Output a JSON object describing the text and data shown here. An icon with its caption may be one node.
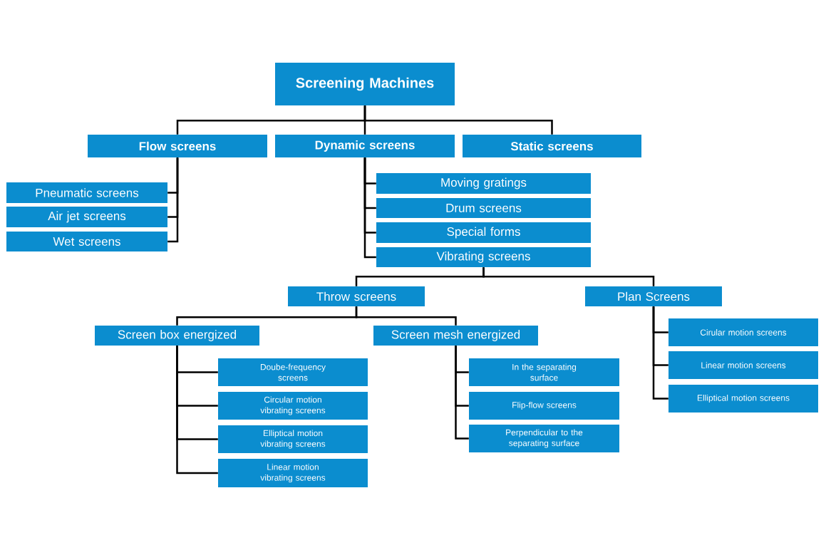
{
  "diagram": {
    "nodes": [
      {
        "text": [
          "Screening Machines"
        ]
      },
      {
        "text": [
          "Flow screens"
        ]
      },
      {
        "text": [
          "Dynamic screens"
        ]
      },
      {
        "text": [
          "Static screens"
        ]
      },
      {
        "text": [
          "Pneumatic screens"
        ]
      },
      {
        "text": [
          "Air jet screens"
        ]
      },
      {
        "text": [
          "Wet screens"
        ]
      },
      {
        "text": [
          "Moving gratings"
        ]
      },
      {
        "text": [
          "Drum screens"
        ]
      },
      {
        "text": [
          "Special forms"
        ]
      },
      {
        "text": [
          "Vibrating screens"
        ]
      },
      {
        "text": [
          "Throw screens"
        ]
      },
      {
        "text": [
          "Plan Screens"
        ]
      },
      {
        "text": [
          "Screen box energized"
        ]
      },
      {
        "text": [
          "Screen mesh energized"
        ]
      },
      {
        "text": [
          "Doube-frequency screens"
        ]
      },
      {
        "text": [
          "Circular motion vibrating screens"
        ]
      },
      {
        "text": [
          "Elliptical motion vibrating screens"
        ]
      },
      {
        "text": [
          "Linear motion vibrating screens"
        ]
      },
      {
        "text": [
          "In the separating surface"
        ]
      },
      {
        "text": [
          "Flip-flow screens"
        ]
      },
      {
        "text": [
          "Perpendicular to the separating surface"
        ]
      },
      {
        "text": [
          "Cirular motion screens"
        ]
      },
      {
        "text": [
          "Linear motion screens"
        ]
      },
      {
        "text": [
          "Elliptical motion screens"
        ]
      }
    ],
    "edges": [
      {
        "from": 0,
        "to": 1,
        "arrow": "none"
      },
      {
        "from": 0,
        "to": 2,
        "arrow": "none"
      },
      {
        "from": 0,
        "to": 3,
        "arrow": "none"
      },
      {
        "from": 1,
        "to": 4,
        "arrow": "none"
      },
      {
        "from": 1,
        "to": 5,
        "arrow": "none"
      },
      {
        "from": 1,
        "to": 6,
        "arrow": "none"
      },
      {
        "from": 2,
        "to": 7,
        "arrow": "none"
      },
      {
        "from": 2,
        "to": 8,
        "arrow": "none"
      },
      {
        "from": 2,
        "to": 9,
        "arrow": "none"
      },
      {
        "from": 2,
        "to": 10,
        "arrow": "none"
      },
      {
        "from": 10,
        "to": 11,
        "arrow": "none"
      },
      {
        "from": 10,
        "to": 12,
        "arrow": "none"
      },
      {
        "from": 11,
        "to": 13,
        "arrow": "none"
      },
      {
        "from": 11,
        "to": 14,
        "arrow": "none"
      },
      {
        "from": 13,
        "to": 15,
        "arrow": "none"
      },
      {
        "from": 13,
        "to": 16,
        "arrow": "none"
      },
      {
        "from": 13,
        "to": 17,
        "arrow": "none"
      },
      {
        "from": 13,
        "to": 18,
        "arrow": "none"
      },
      {
        "from": 14,
        "to": 19,
        "arrow": "none"
      },
      {
        "from": 14,
        "to": 20,
        "arrow": "none"
      },
      {
        "from": 14,
        "to": 21,
        "arrow": "none"
      },
      {
        "from": 12,
        "to": 22,
        "arrow": "none"
      },
      {
        "from": 12,
        "to": 23,
        "arrow": "none"
      },
      {
        "from": 12,
        "to": 24,
        "arrow": "none"
      }
    ]
  }
}
